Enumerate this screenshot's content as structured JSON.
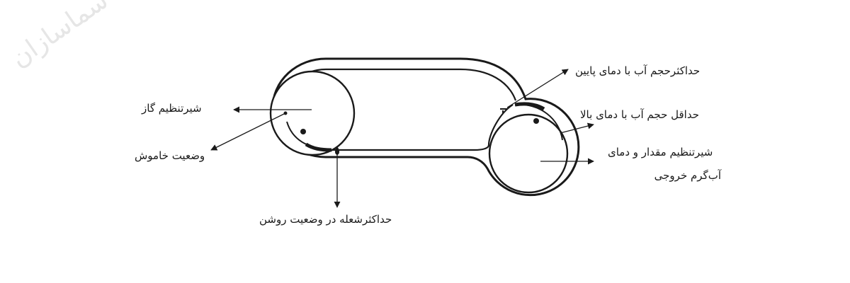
{
  "watermark": "سماسازان",
  "labels": {
    "gas_valve": "شیرتنظیم گاز",
    "off_position": "وضعیت خاموش",
    "max_flame": "حداکثرشعله در وضعیت روشن",
    "max_water_low_temp": "حداکثرحجم آب با دمای پایین",
    "min_water_high_temp": "حداقل حجم آب با دمای بالا",
    "water_valve_line1": "شیرتنظیم مقدار و دمای",
    "water_valve_line2": "آب‌گرم خروجی"
  },
  "colors": {
    "ink": "#1a1a1a",
    "watermark": "#e6e6e6"
  }
}
